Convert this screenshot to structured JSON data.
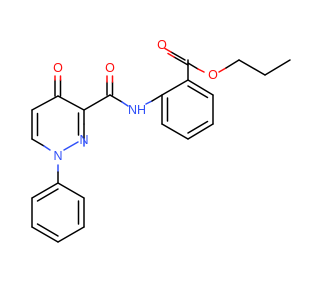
{
  "molecule": {
    "atom_labels": {
      "o_keto": "O",
      "o_amide": "O",
      "o_ester_carbonyl": "O",
      "o_ester": "O",
      "nh": "NH",
      "n1": "N",
      "n2": "N"
    },
    "colors": {
      "carbon_bond": "#000000",
      "oxygen": "#ff0d0d",
      "nitrogen": "#3050f8",
      "background": "#ffffff"
    }
  }
}
